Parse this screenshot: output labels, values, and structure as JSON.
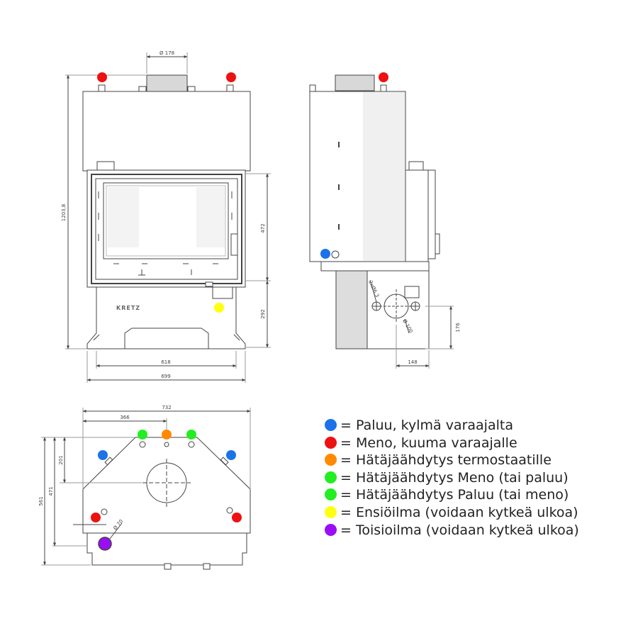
{
  "colors": {
    "blue": "#1a73e8",
    "red": "#ee1111",
    "orange": "#ff8a00",
    "green": "#22ee22",
    "yellow": "#ffff11",
    "purple": "#9b0ef5",
    "line": "#444444",
    "shade": "#dddddd"
  },
  "front_view": {
    "dims": {
      "flue_diameter": "Ø 178",
      "total_height": "1203,8",
      "door_height": "472",
      "base_height": "292",
      "inner_width": "618",
      "outer_width": "699"
    },
    "brand": "KRETZ"
  },
  "side_view": {
    "dims": {
      "holes": "2xØ6,3",
      "duct_diameter": "Ø 100",
      "duct_height": "176",
      "duct_offset": "148"
    }
  },
  "top_view": {
    "dims": {
      "total_width": "732",
      "half_width": "366",
      "depth_a": "201",
      "depth_b": "471",
      "depth_c": "561",
      "air_diameter": "Ø 70"
    }
  },
  "legend": [
    {
      "color": "blue",
      "text": "= Paluu, kylmä varaajalta"
    },
    {
      "color": "red",
      "text": "= Meno, kuuma varaajalle"
    },
    {
      "color": "orange",
      "text": "= Hätäjäähdytys termostaatille"
    },
    {
      "color": "green",
      "text": "= Hätäjäähdytys Meno (tai paluu)"
    },
    {
      "color": "green",
      "text": "= Hätäjäähdytys Paluu (tai meno)"
    },
    {
      "color": "yellow",
      "text": "= Ensiöilma (voidaan kytkeä ulkoa)"
    },
    {
      "color": "purple",
      "text": "= Toisioilma (voidaan kytkeä ulkoa)"
    }
  ]
}
